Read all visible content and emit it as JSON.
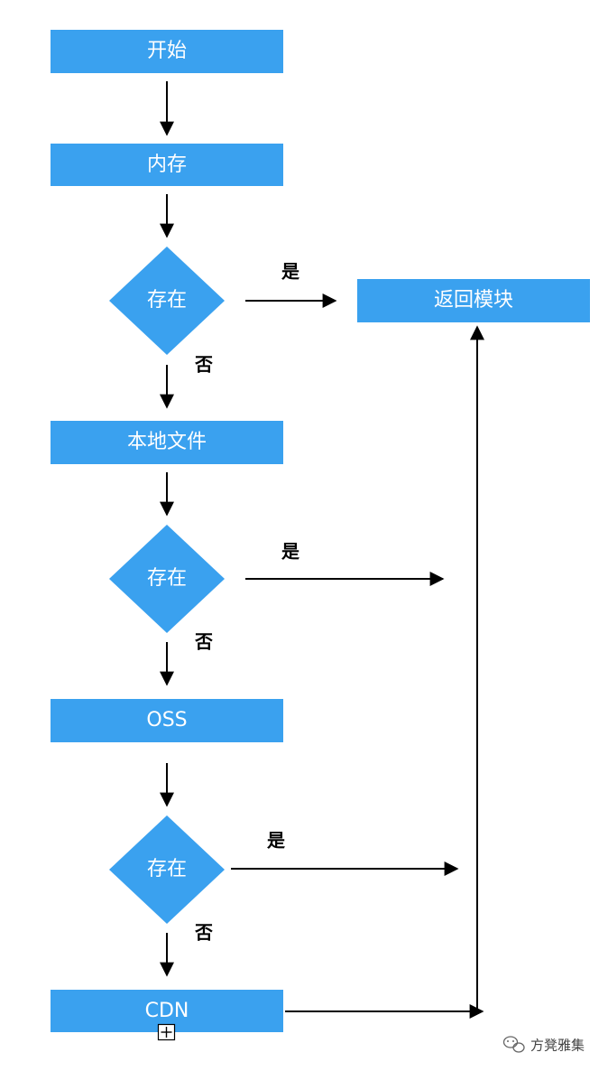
{
  "colors": {
    "node_fill": "#3aa1ef",
    "node_text": "#ffffff",
    "edge": "#000000"
  },
  "nodes": {
    "start": {
      "label": "开始"
    },
    "memory": {
      "label": "内存"
    },
    "decision_1": {
      "label": "存在"
    },
    "return_module": {
      "label": "返回模块"
    },
    "local_file": {
      "label": "本地文件"
    },
    "decision_2": {
      "label": "存在"
    },
    "oss": {
      "label": "OSS"
    },
    "decision_3": {
      "label": "存在"
    },
    "cdn": {
      "label": "CDN"
    }
  },
  "edge_labels": {
    "yes_1": "是",
    "no_1": "否",
    "yes_2": "是",
    "no_2": "否",
    "yes_3": "是",
    "no_3": "否"
  },
  "watermark": {
    "text": "方凳雅集",
    "icon": "wechat-icon"
  }
}
